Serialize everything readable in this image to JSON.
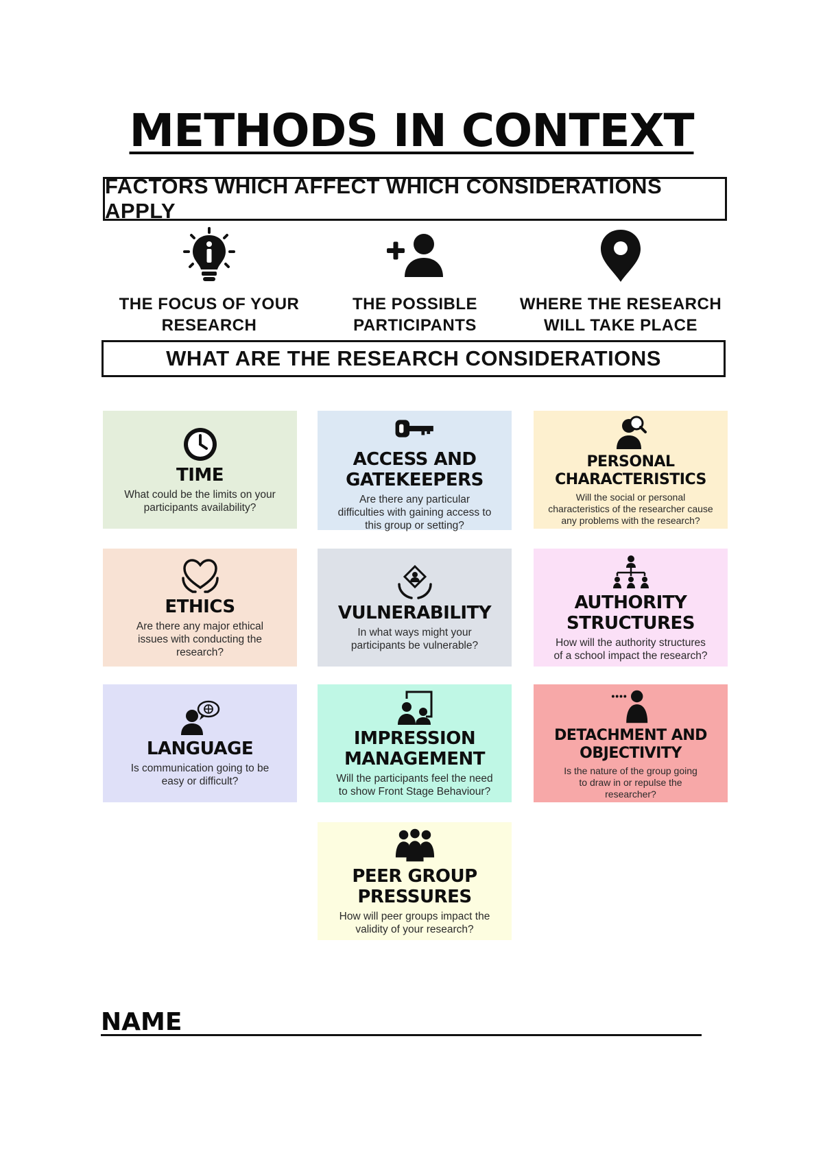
{
  "title": "METHODS IN CONTEXT",
  "factors_heading": "FACTORS WHICH AFFECT WHICH CONSIDERATIONS APPLY",
  "factors": [
    {
      "icon": "lightbulb-info-icon",
      "label": "THE FOCUS OF YOUR\nRESEARCH"
    },
    {
      "icon": "add-person-icon",
      "label": "THE POSSIBLE\nPARTICIPANTS"
    },
    {
      "icon": "location-pin-icon",
      "label": "WHERE THE RESEARCH\nWILL TAKE PLACE"
    }
  ],
  "considerations_heading": "WHAT ARE THE RESEARCH CONSIDERATIONS",
  "cards": [
    {
      "icon": "clock-icon",
      "title": "TIME",
      "description": "What could be the limits on your\nparticipants availability?",
      "color": "#e4eedb"
    },
    {
      "icon": "key-icon",
      "title": "ACCESS AND\nGATEKEEPERS",
      "description": "Are there any particular\ndifficulties with gaining access to\nthis group or setting?",
      "color": "#dce8f4"
    },
    {
      "icon": "person-search-icon",
      "title": "PERSONAL\nCHARACTERISTICS",
      "description": "Will the social or personal\ncharacteristics of the researcher cause\nany problems with the research?",
      "color": "#fdf0cf"
    },
    {
      "icon": "heart-hands-icon",
      "title": "ETHICS",
      "description": "Are there any major ethical\nissues with conducting the\nresearch?",
      "color": "#f8e2d4"
    },
    {
      "icon": "protected-person-icon",
      "title": "VULNERABILITY",
      "description": "In what ways might your\nparticipants be vulnerable?",
      "color": "#dde1e8"
    },
    {
      "icon": "hierarchy-icon",
      "title": "AUTHORITY\nSTRUCTURES",
      "description": "How will the authority structures\nof a school impact the research?",
      "color": "#fbe0f7"
    },
    {
      "icon": "speaking-person-icon",
      "title": "LANGUAGE",
      "description": "Is communication going to be\neasy or difficult?",
      "color": "#dfe0f8"
    },
    {
      "icon": "presenter-icon",
      "title": "IMPRESSION\nMANAGEMENT",
      "description": "Will the participants feel the need\nto show  Front Stage Behaviour?",
      "color": "#bff7e5"
    },
    {
      "icon": "observer-icon",
      "title": "DETACHMENT AND\nOBJECTIVITY",
      "description": "Is the nature of the group going\nto draw in or repulse the\nresearcher?",
      "color": "#f7a8a8"
    },
    {
      "icon": "group-icon",
      "title": "PEER GROUP\nPRESSURES",
      "description": "How will peer groups impact the\nvalidity of your research?",
      "color": "#fdfde0"
    }
  ],
  "name_label": "NAME"
}
